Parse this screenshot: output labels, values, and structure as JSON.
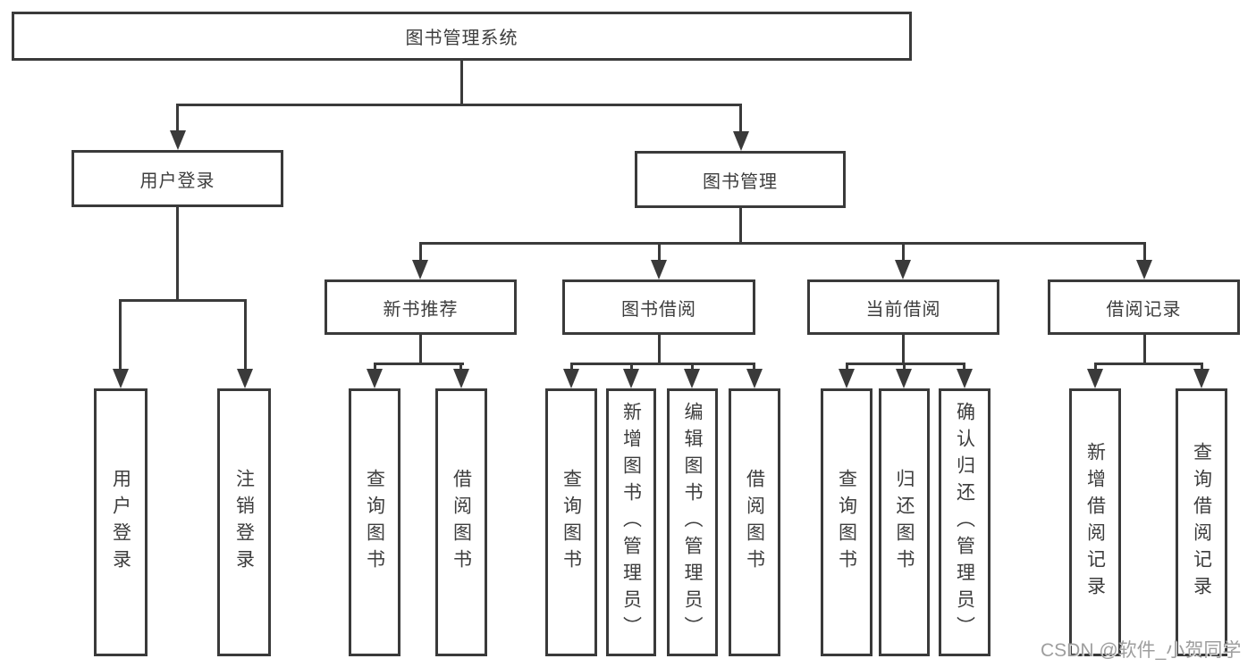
{
  "tree": {
    "root": {
      "label": "图书管理系统"
    },
    "branches": [
      {
        "label": "用户登录",
        "children": [
          {
            "label": "用户登录"
          },
          {
            "label": "注销登录"
          }
        ]
      },
      {
        "label": "图书管理",
        "children": [
          {
            "label": "新书推荐",
            "children": [
              {
                "label": "查询图书"
              },
              {
                "label": "借阅图书"
              }
            ]
          },
          {
            "label": "图书借阅",
            "children": [
              {
                "label": "查询图书"
              },
              {
                "label": "新增图书（管理员）"
              },
              {
                "label": "编辑图书（管理员）"
              },
              {
                "label": "借阅图书"
              }
            ]
          },
          {
            "label": "当前借阅",
            "children": [
              {
                "label": "查询图书"
              },
              {
                "label": "归还图书"
              },
              {
                "label": "确认归还（管理员）"
              }
            ]
          },
          {
            "label": "借阅记录",
            "children": [
              {
                "label": "新增借阅记录"
              },
              {
                "label": "查询借阅记录"
              }
            ]
          }
        ]
      }
    ]
  },
  "watermark": "CSDN @软件_小贺同学",
  "colors": {
    "line": "#3a3a3a",
    "text": "#3d3d3d",
    "watermark": "#9e9e9e",
    "bg": "#ffffff"
  }
}
